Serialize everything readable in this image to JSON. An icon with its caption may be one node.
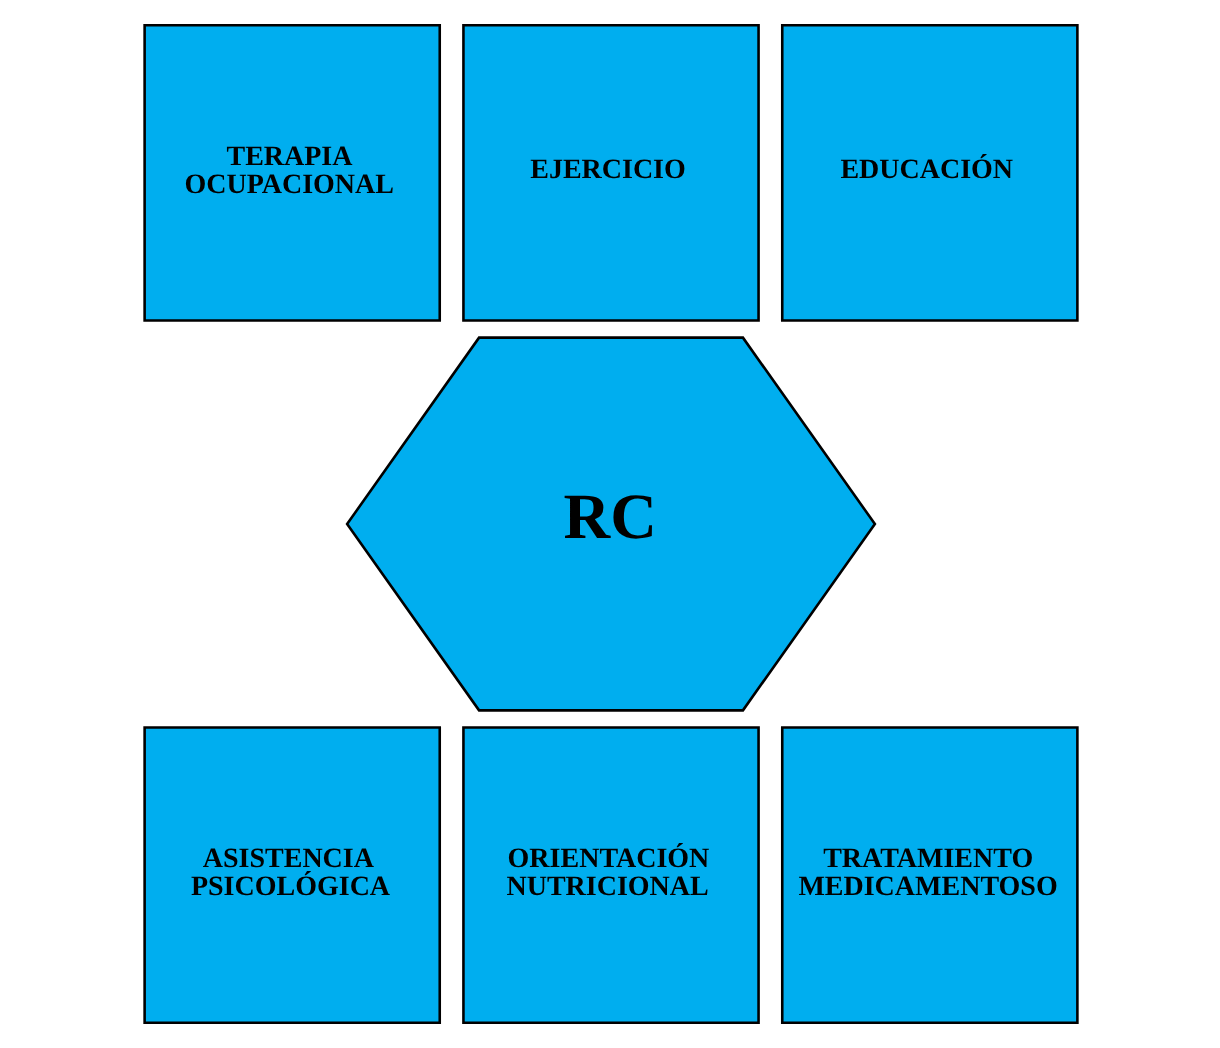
{
  "diagram": {
    "nodes": [
      {
        "text": [
          "EJERCICIO"
        ]
      },
      {
        "text": [
          "TERAPIA OCUPACIONAL"
        ]
      },
      {
        "text": [
          "EDUCACIÓN"
        ]
      },
      {
        "text": [
          "RC"
        ]
      },
      {
        "text": [
          "ASISTENCIA PSICOLÓGICA"
        ]
      },
      {
        "text": [
          "TRATAMIENTO MEDICAMENTOSO"
        ]
      },
      {
        "text": [
          "ORIENTACIÓN NUTRICIONAL"
        ]
      }
    ]
  }
}
